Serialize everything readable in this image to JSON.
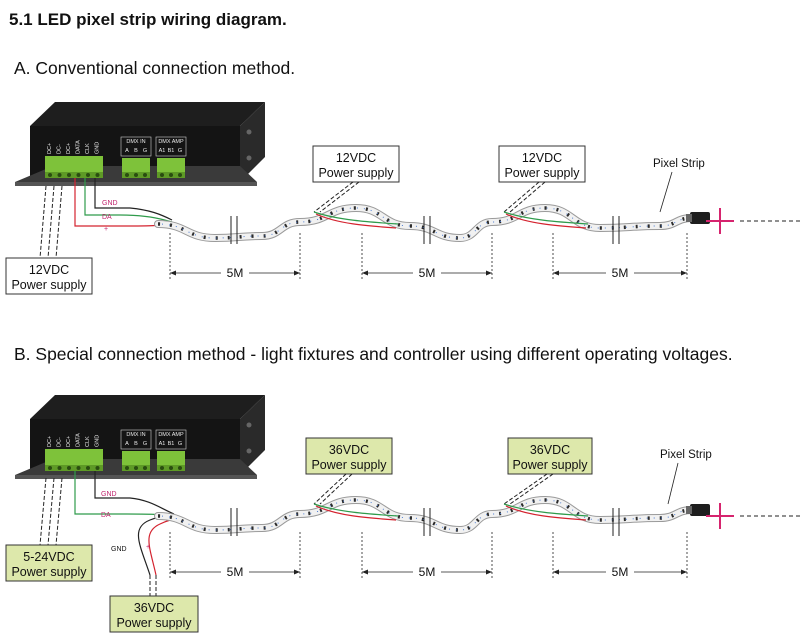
{
  "title": "5.1 LED pixel strip wiring diagram.",
  "section_a": {
    "heading": "A.  Conventional connection method.",
    "controller_psu": [
      "12VDC",
      "Power supply"
    ],
    "inline_psus": [
      [
        "12VDC",
        "Power supply"
      ],
      [
        "12VDC",
        "Power supply"
      ]
    ],
    "wires": [
      "GND",
      "DA",
      "+"
    ],
    "segments": [
      "5M",
      "5M",
      "5M"
    ],
    "strip_label": "Pixel Strip"
  },
  "section_b": {
    "heading": "B.  Special connection method - light fixtures and controller using different operating voltages.",
    "controller_psu": [
      "5-24VDC",
      "Power supply"
    ],
    "fixture_psu": [
      "36VDC",
      "Power supply"
    ],
    "inline_psus": [
      [
        "36VDC",
        "Power supply"
      ],
      [
        "36VDC",
        "Power supply"
      ]
    ],
    "wires": [
      "GND",
      "DA"
    ],
    "fixture_wires": [
      "GND",
      "+"
    ],
    "segments": [
      "5M",
      "5M",
      "5M"
    ],
    "strip_label": "Pixel Strip"
  },
  "controller": {
    "terminals_main": [
      "DC+",
      "DC-",
      "DC+",
      "DATA",
      "CLK",
      "GND"
    ],
    "terminals_dmx_in": [
      "DMX IN",
      "A",
      "B",
      "G"
    ],
    "terminals_dmx_amp": [
      "DMX AMP",
      "A1",
      "B1",
      "G"
    ]
  },
  "colors": {
    "box_plain": "#ffffff",
    "box_highlight": "#dde8ab",
    "terminal": "#7ec23a",
    "wire_red": "#d4232f",
    "wire_green": "#2f9b4b",
    "plus_marker": "#d6246e"
  }
}
